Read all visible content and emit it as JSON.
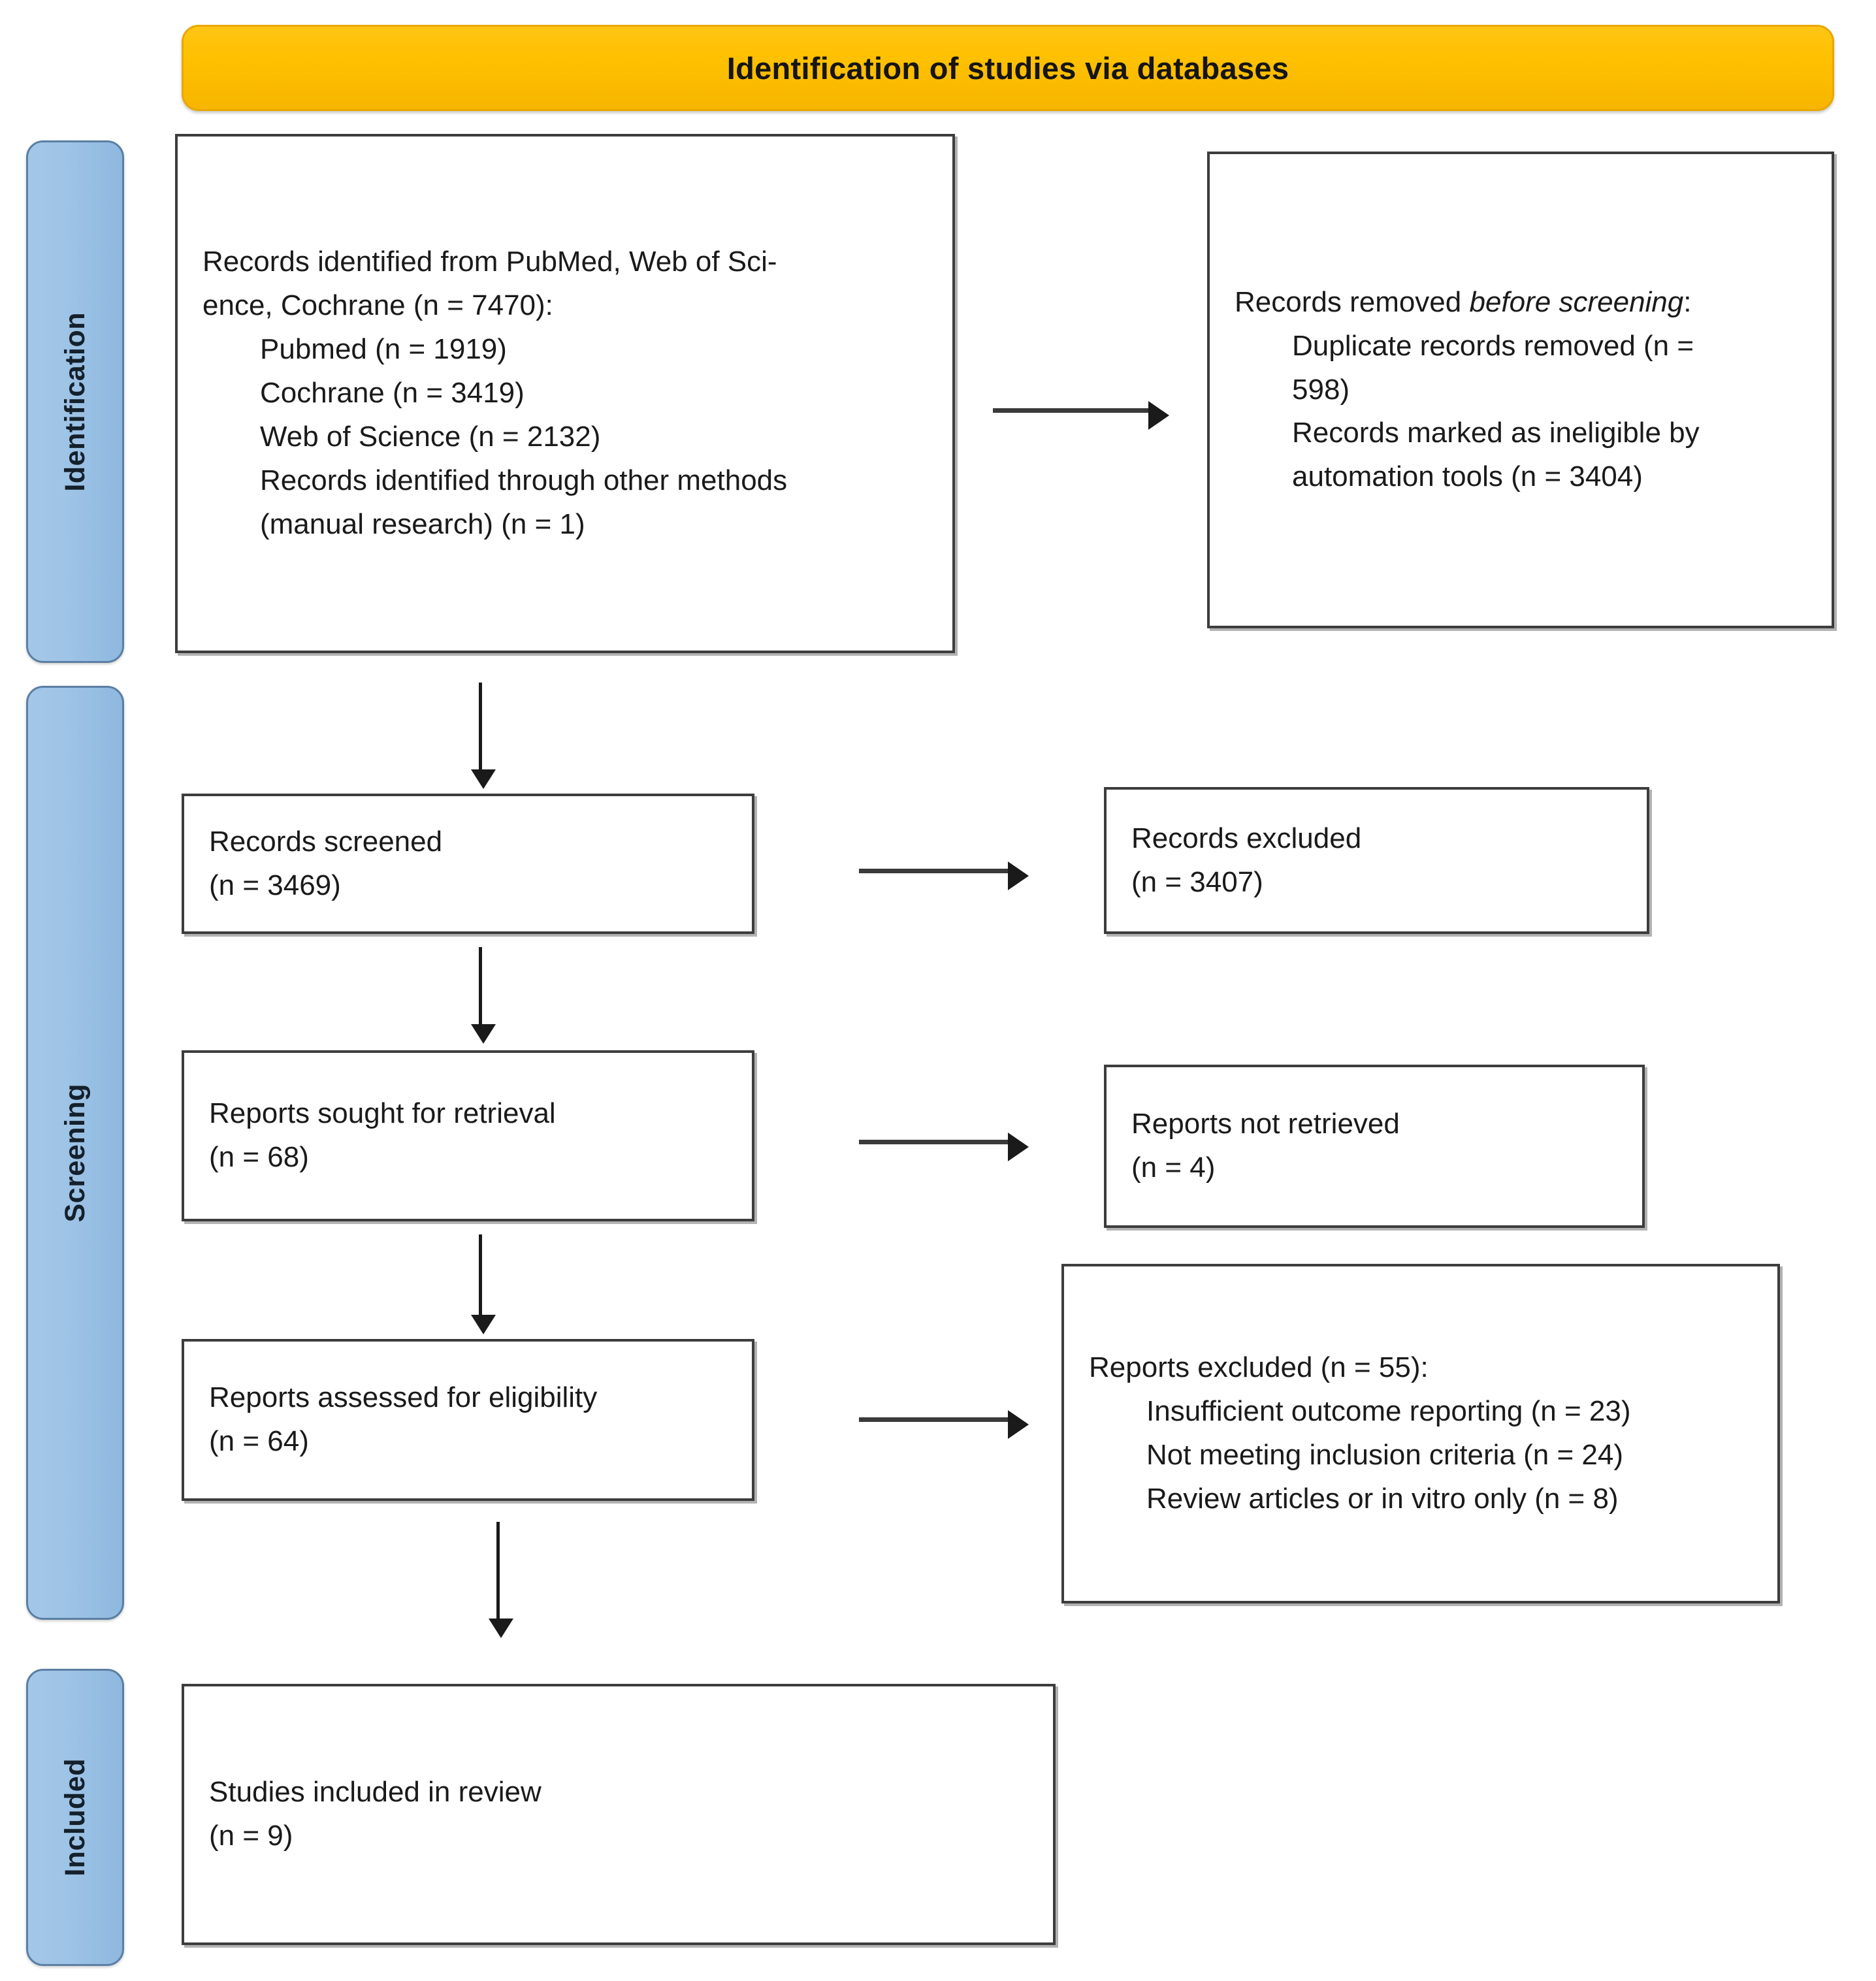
{
  "banner": {
    "title": "Identification of studies via databases"
  },
  "stages": [
    {
      "label": "Identification"
    },
    {
      "label": "Screening"
    },
    {
      "label": "Included"
    }
  ],
  "boxes": {
    "identified": {
      "l1": "Records identified from PubMed, Web of Sci-",
      "l2": "ence, Cochrane (n = 7470):",
      "l3": "Pubmed (n = 1919)",
      "l4": "Cochrane (n = 3419)",
      "l5": "Web of Science (n = 2132)",
      "l6": "Records identified through other methods",
      "l7": "(manual research) (n = 1)"
    },
    "removed": {
      "l1a": "Records removed ",
      "l1b": "before screening",
      "l1c": ":",
      "l2": "Duplicate records removed (n =",
      "l3": "598)",
      "l4": "Records marked as ineligible by",
      "l5": "automation tools (n = 3404)"
    },
    "screened": {
      "l1": "Records screened",
      "l2": "(n = 3469)"
    },
    "records_excluded": {
      "l1": "Records excluded",
      "l2": "(n = 3407)"
    },
    "sought": {
      "l1": "Reports sought for retrieval",
      "l2": "(n = 68)"
    },
    "not_retrieved": {
      "l1": "Reports not retrieved",
      "l2": "(n = 4)"
    },
    "assessed": {
      "l1": "Reports assessed for eligibility",
      "l2": "(n = 64)"
    },
    "reports_excluded": {
      "l1": "Reports excluded (n = 55):",
      "l2": "Insufficient outcome reporting (n = 23)",
      "l3": "Not meeting inclusion criteria (n = 24)",
      "l4": "Review articles or in vitro only (n = 8)"
    },
    "included": {
      "l1": "Studies included in review",
      "l2": "(n = 9)"
    }
  },
  "colors": {
    "banner_fill": "#FFC000",
    "stage_fill": "#9DC3E6",
    "box_border": "#3d3d3d",
    "text": "#1a1a1a"
  }
}
